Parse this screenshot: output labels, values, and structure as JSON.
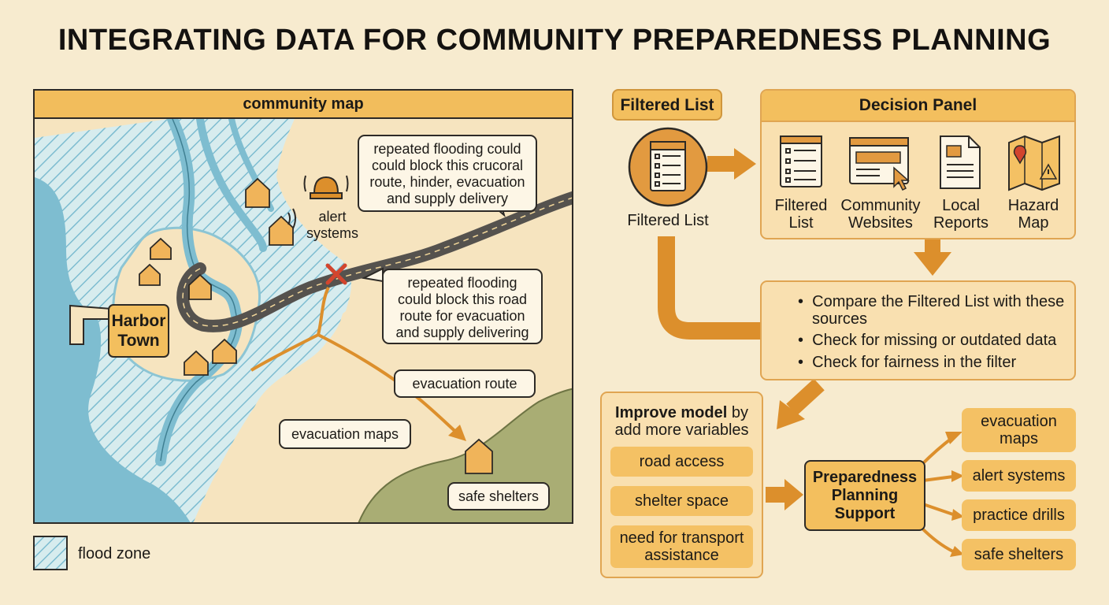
{
  "title": "INTEGRATING DATA FOR COMMUNITY PREPAREDNESS PLANNING",
  "map": {
    "header": "community map",
    "callout_top_lines": [
      "repeated flooding could",
      "could block this crucoral",
      "route, hinder, evacuation",
      "and supply delivery"
    ],
    "callout_road_lines": [
      "repeated flooding",
      "could block this road",
      "route for evacuation",
      "and supply delivering"
    ],
    "alert_lines": [
      "alert",
      "systems"
    ],
    "harbor_lines": [
      "Harbor",
      "Town"
    ],
    "evac_route": "evacuation route",
    "evac_maps": "evacuation maps",
    "safe_shelters": "safe shelters",
    "legend": "flood zone"
  },
  "flow": {
    "filtered_tag": "Filtered List",
    "filtered_caption": "Filtered List",
    "decision_title": "Decision Panel",
    "decision_items": [
      {
        "icon": "list-document-icon",
        "lines": [
          "Filtered",
          "List"
        ]
      },
      {
        "icon": "website-icon",
        "lines": [
          "Community",
          "Websites"
        ]
      },
      {
        "icon": "report-icon",
        "lines": [
          "Local",
          "Reports"
        ]
      },
      {
        "icon": "hazard-map-icon",
        "lines": [
          "Hazard",
          "Map"
        ]
      }
    ],
    "checks": [
      "Compare the Filtered List with these sources",
      "Check for missing or outdated data",
      "Check for fairness in the filter"
    ],
    "improve_bold": "Improve model",
    "improve_rest": " by",
    "improve_line2": "add more variables",
    "variables": [
      [
        "road access"
      ],
      [
        "shelter space"
      ],
      [
        "need for transport",
        "assistance"
      ]
    ],
    "support_lines": [
      "Preparedness",
      "Planning",
      "Support"
    ],
    "outputs": [
      [
        "evacuation",
        "maps"
      ],
      [
        "alert systems"
      ],
      [
        "practice drills"
      ],
      [
        "safe shelters"
      ]
    ]
  },
  "colors": {
    "background": "#f7ebcf",
    "accent": "#f3bf5e",
    "water": "#7ebdd0",
    "arrow": "#dc8f2c",
    "road": "#55524e"
  }
}
